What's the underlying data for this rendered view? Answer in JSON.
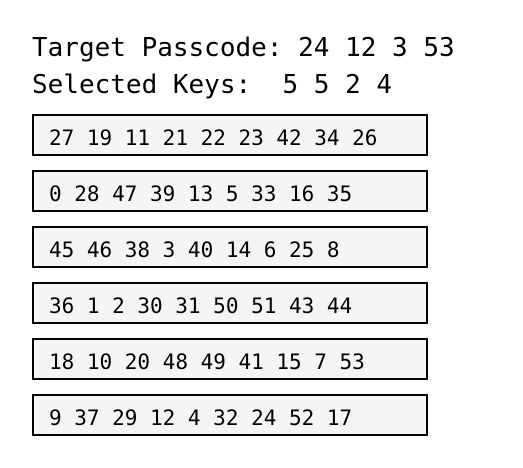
{
  "target": {
    "label": "Target Passcode:",
    "codes": [
      "24",
      "12",
      "3",
      "53"
    ]
  },
  "selected": {
    "label": "Selected Keys:",
    "keys": [
      "5",
      "5",
      "2",
      "4"
    ]
  },
  "keypad": {
    "rows": [
      [
        "27",
        "19",
        "11",
        "21",
        "22",
        "23",
        "42",
        "34",
        "26"
      ],
      [
        "0",
        "28",
        "47",
        "39",
        "13",
        "5",
        "33",
        "16",
        "35"
      ],
      [
        "45",
        "46",
        "38",
        "3",
        "40",
        "14",
        "6",
        "25",
        "8"
      ],
      [
        "36",
        "1",
        "2",
        "30",
        "31",
        "50",
        "51",
        "43",
        "44"
      ],
      [
        "18",
        "10",
        "20",
        "48",
        "49",
        "41",
        "15",
        "7",
        "53"
      ],
      [
        "9",
        "37",
        "29",
        "12",
        "4",
        "32",
        "24",
        "52",
        "17"
      ]
    ]
  },
  "colors": {
    "row_background": "#f5f5f5",
    "row_border": "#000000",
    "text": "#000000",
    "page_background": "#ffffff"
  }
}
